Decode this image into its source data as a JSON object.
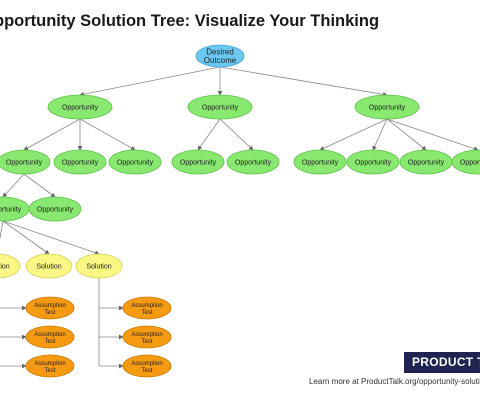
{
  "title": "pportunity Solution Tree: Visualize Your Thinking",
  "colors": {
    "outcome_fill": "#6cc8f0",
    "opportunity_fill": "#88e86f",
    "solution_fill": "#fbf785",
    "assumption_fill": "#f59a11",
    "edge": "#888888",
    "badge_bg": "#1f2550"
  },
  "diagram": {
    "outcome": {
      "line1": "Desired",
      "line2": "Outcome"
    },
    "opportunity_label": "Opportunity",
    "solution_label": "Solution",
    "assumption": {
      "line1": "Assumption",
      "line2": "Test"
    }
  },
  "footer": {
    "badge": "PRODUCT TA",
    "learn_more": "Learn more at ProductTalk.org/opportunity-solution"
  }
}
